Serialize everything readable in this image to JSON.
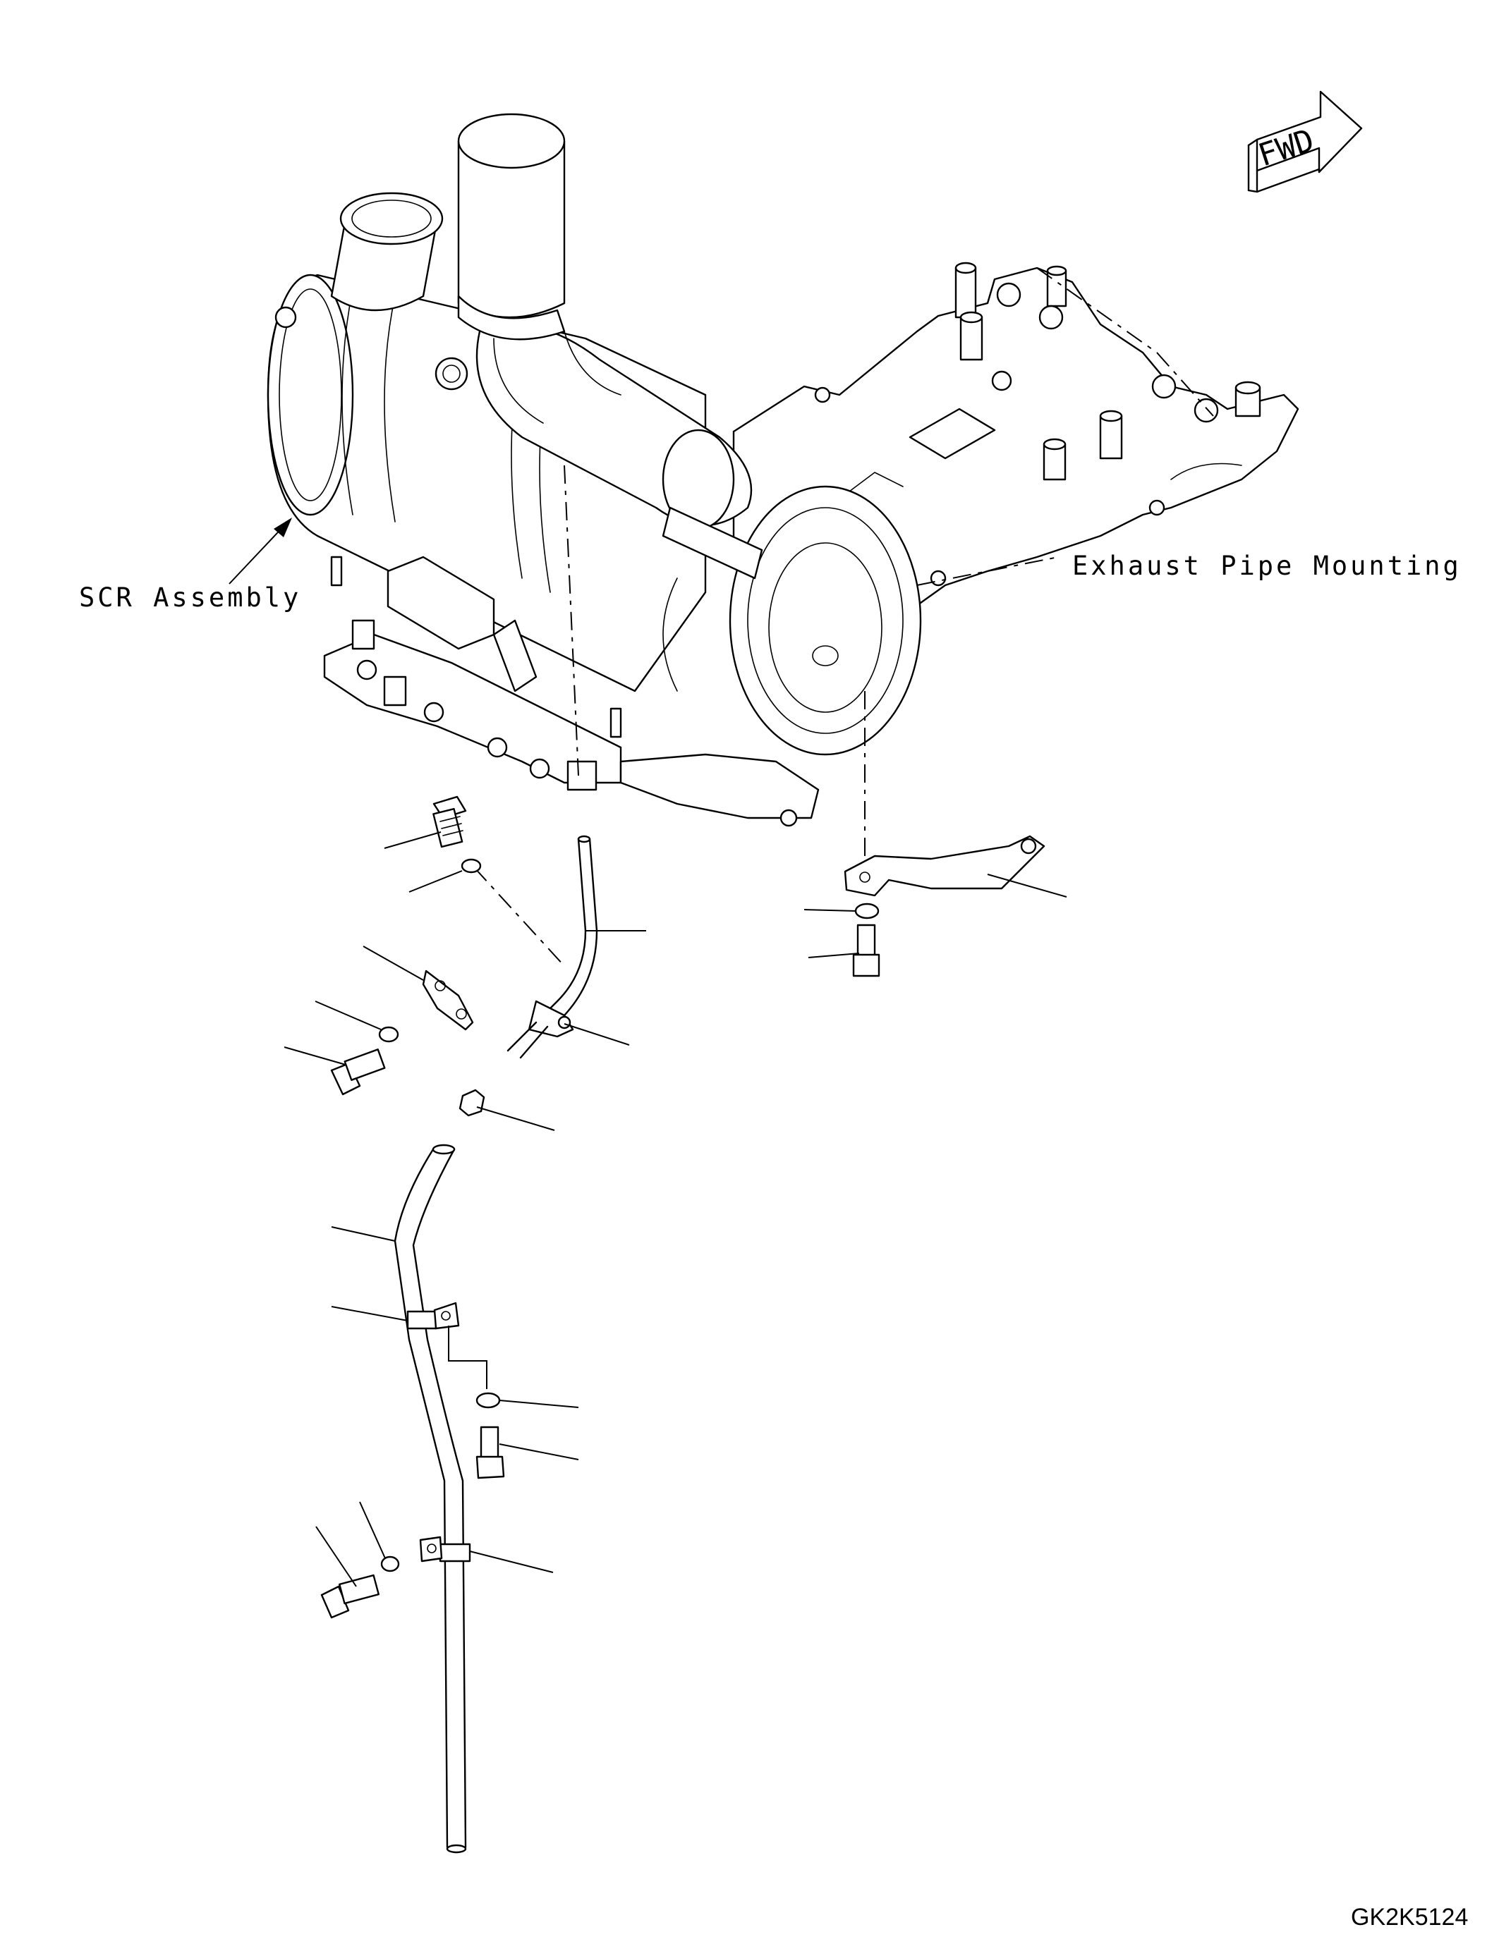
{
  "labels": {
    "scr_assembly": "SCR Assembly",
    "exhaust_pipe_mounting": "Exhaust Pipe Mounting",
    "fwd": "FWD",
    "drawing_code": "GK2K5124"
  }
}
